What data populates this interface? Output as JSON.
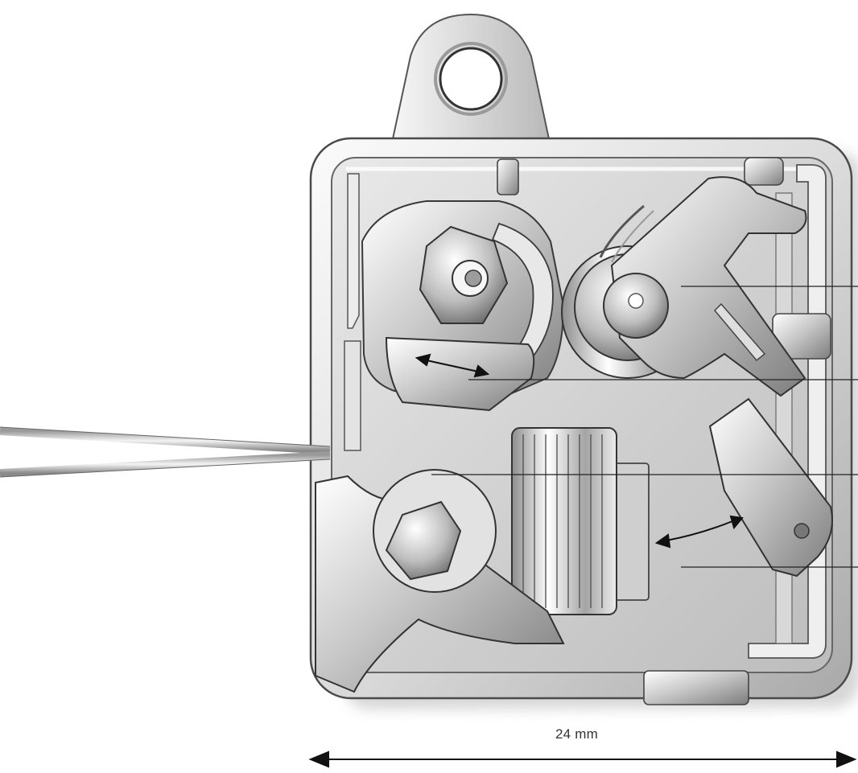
{
  "dimension": {
    "label": "24 mm"
  },
  "colors": {
    "background": "#ffffff",
    "metal_light": "#f2f2f2",
    "metal_mid": "#cfcfcf",
    "metal_dark": "#8a8a8a",
    "line": "#2a2a2a"
  },
  "icons": {
    "dimension_arrow": "double-arrow-horizontal",
    "motion_arrow_upper": "double-arrow",
    "motion_arrow_lower": "double-arrow-curved"
  }
}
